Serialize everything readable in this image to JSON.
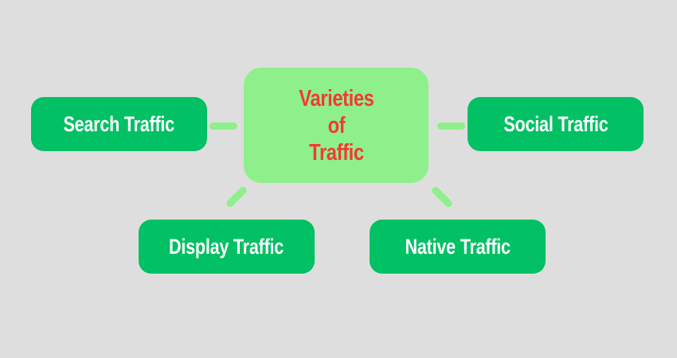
{
  "diagram": {
    "type": "mind-map",
    "colors": {
      "background": "#dedede",
      "center_fill": "#8ef08a",
      "center_text": "#f33a32",
      "leaf_fill": "#02c064",
      "leaf_text": "#ffffff",
      "connector": "#8ef08a"
    },
    "center": {
      "title": "Varieties\nof\nTraffic"
    },
    "nodes": [
      {
        "id": "search",
        "label": "Search Traffic",
        "position": "left"
      },
      {
        "id": "social",
        "label": "Social Traffic",
        "position": "right"
      },
      {
        "id": "display",
        "label": "Display Traffic",
        "position": "bottom-left"
      },
      {
        "id": "native",
        "label": "Native Traffic",
        "position": "bottom-right"
      }
    ]
  }
}
